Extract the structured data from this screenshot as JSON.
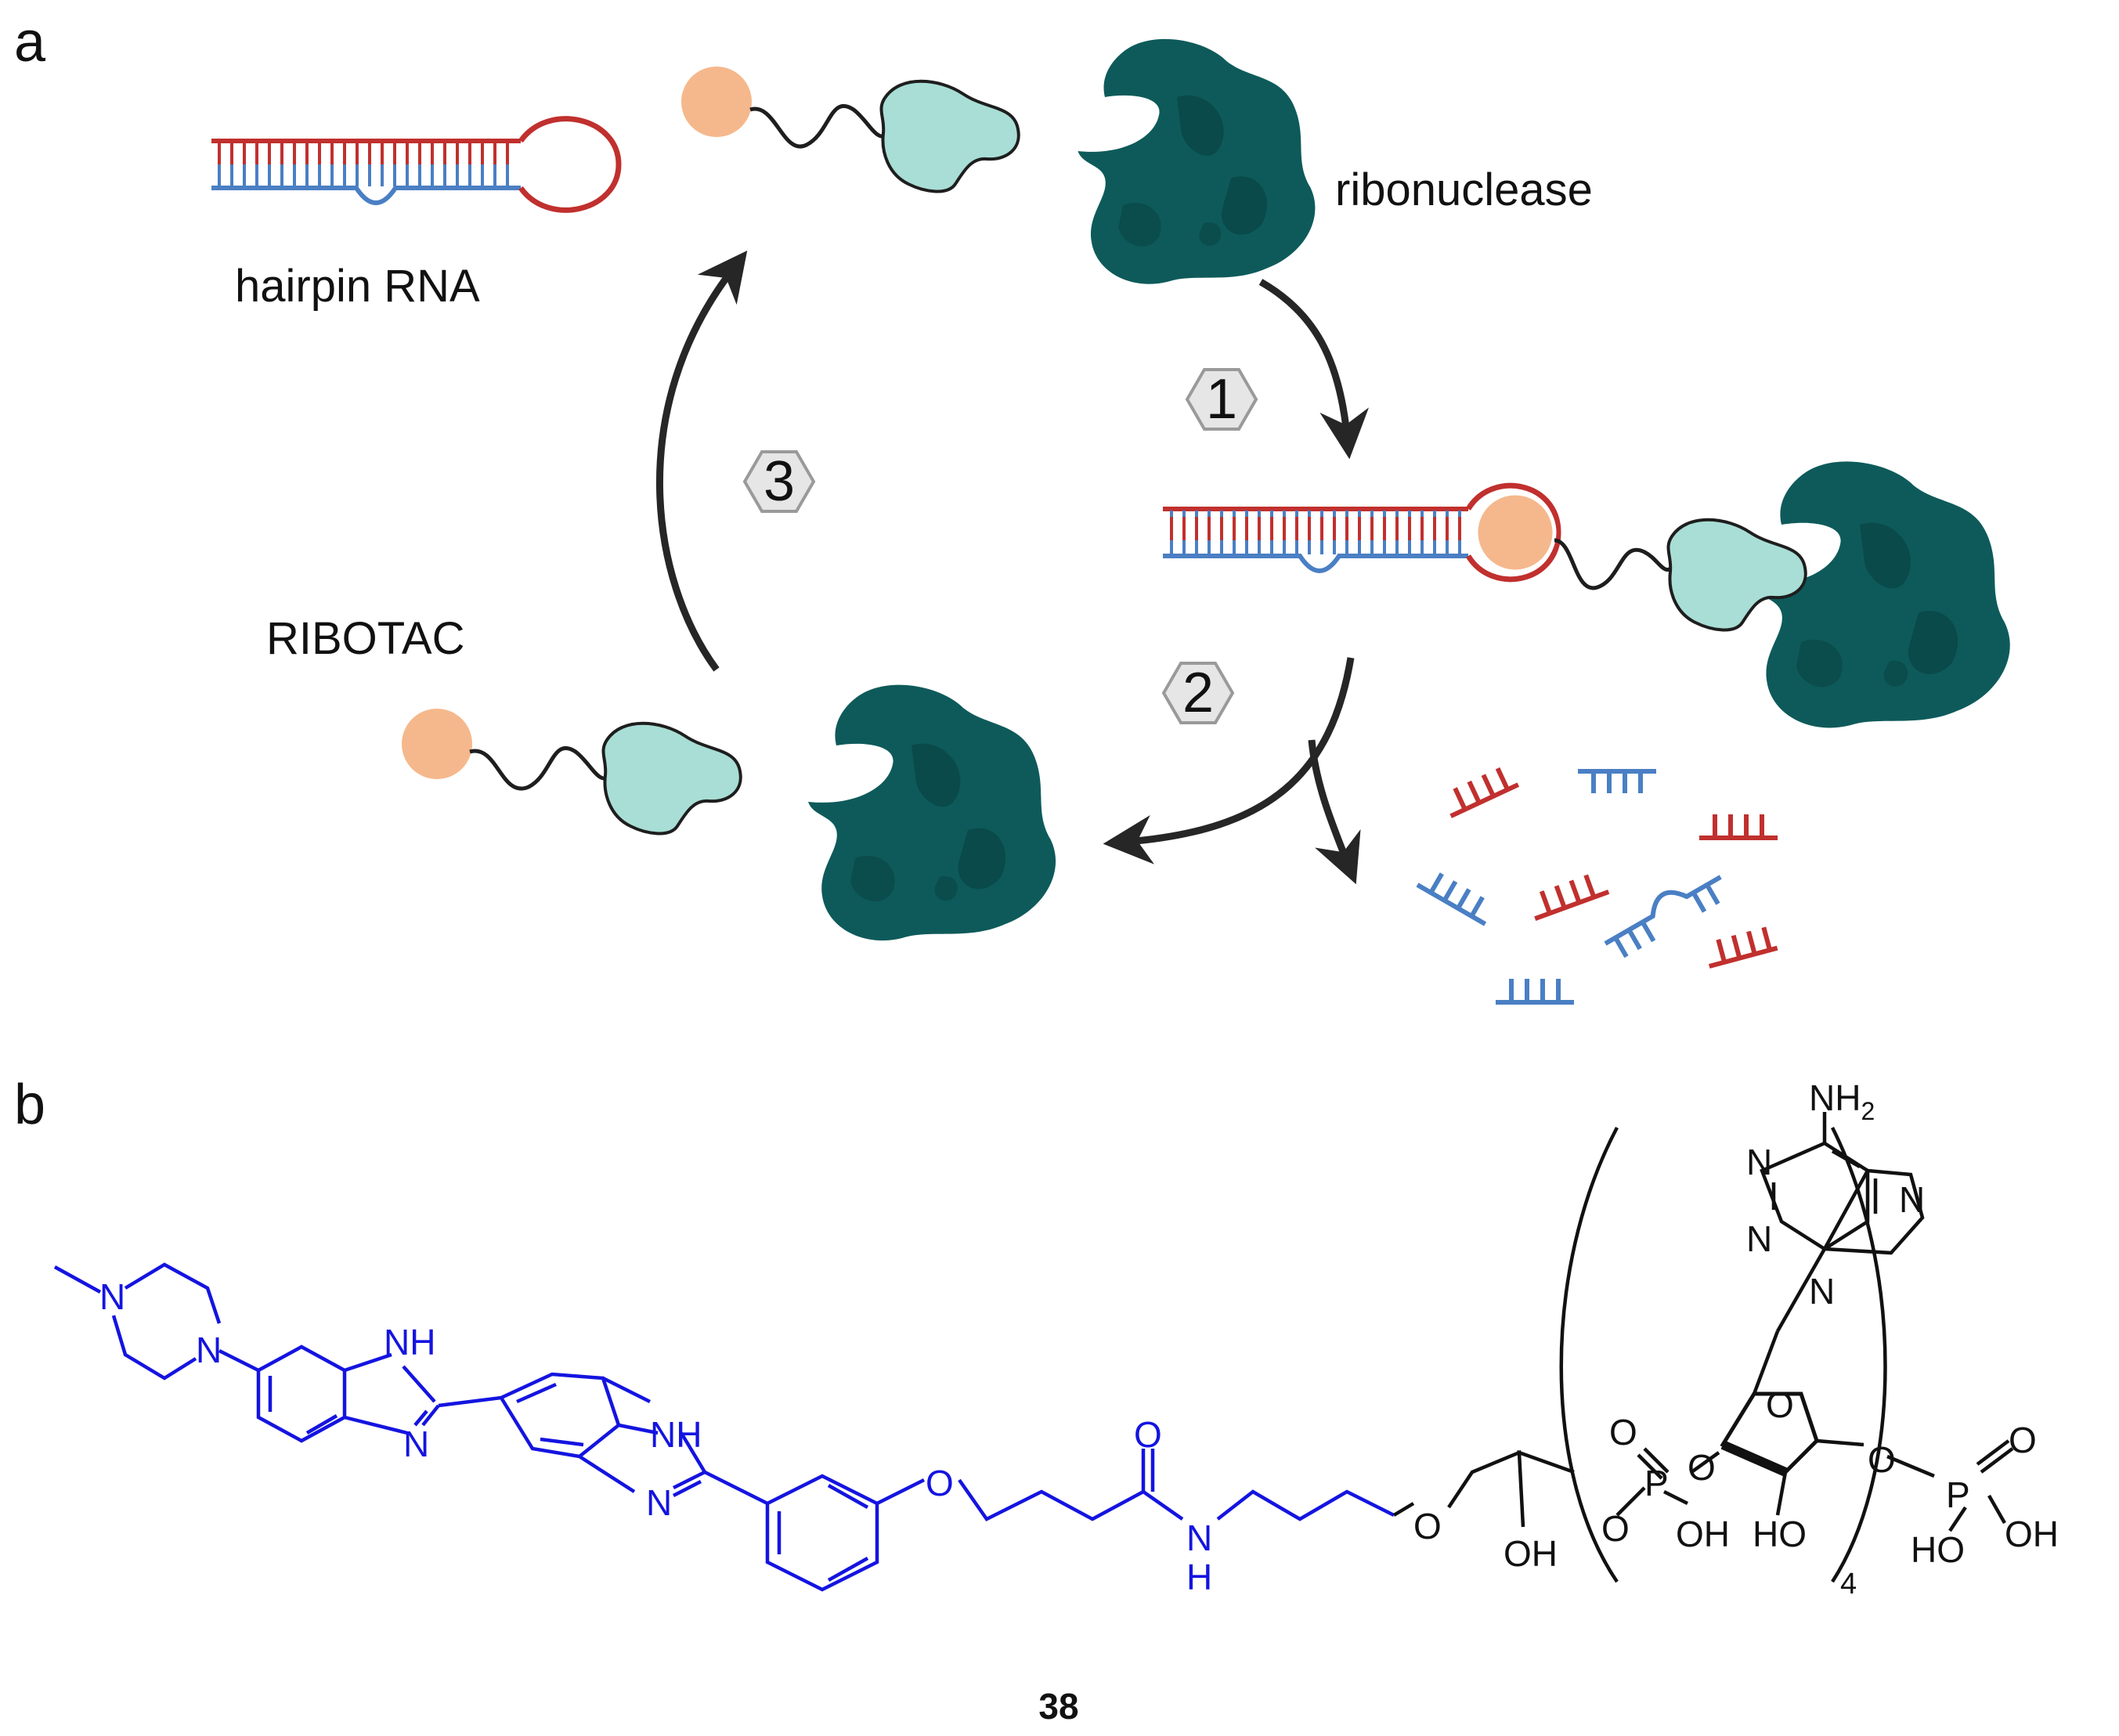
{
  "panel_a": {
    "label": "a",
    "hairpin_label": "hairpin RNA",
    "ribonuclease_label": "ribonuclease",
    "ribotac_label": "RIBOTAC",
    "steps": [
      "1",
      "2",
      "3"
    ]
  },
  "panel_b": {
    "label": "b",
    "compound_number": "38",
    "atoms": {
      "N_methyl": "N",
      "N_aryl": "N",
      "NH1": "NH",
      "N1": "N",
      "NH2": "NH",
      "N2": "N",
      "O_ether": "O",
      "O_carbonyl": "O",
      "N_amide": "N",
      "H_amide": "H",
      "O_glycerol": "O",
      "OH_glycerol": "OH",
      "O_p1a": "O",
      "O_p1b": "O",
      "P1": "P",
      "O_p1c": "O",
      "OH_p1": "OH",
      "O_ring": "O",
      "HO_ring": "HO",
      "O_p2a": "O",
      "P2": "P",
      "O_p2b": "O",
      "OH_p2": "OH",
      "HO_p2": "HO",
      "NH2_main": "NH",
      "NH2_sub": "2",
      "N_pur1": "N",
      "N_pur3": "N",
      "N_pur7": "N",
      "N_pur9": "N",
      "repeat": "4"
    }
  },
  "colors": {
    "rna_red": "#c0302e",
    "rna_blue": "#4a7fc4",
    "enzyme": "#0e5a5a",
    "enzyme_dark": "#0a4646",
    "ligand_orange": "#f5b88c",
    "ligand_teal": "#a8ded6",
    "molecule_blue": "#1414e0",
    "arrow": "#262626"
  }
}
